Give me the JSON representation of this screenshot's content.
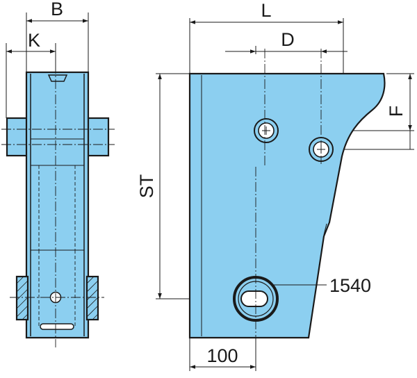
{
  "drawing": {
    "part_color": "#8ccff0",
    "line_color": "#1a1a1a",
    "background": "#ffffff"
  },
  "dimensions": {
    "b": "B",
    "k": "K",
    "l": "L",
    "d": "D",
    "f": "F",
    "st": "ST",
    "hole_callout": "1540",
    "offset": "100"
  }
}
